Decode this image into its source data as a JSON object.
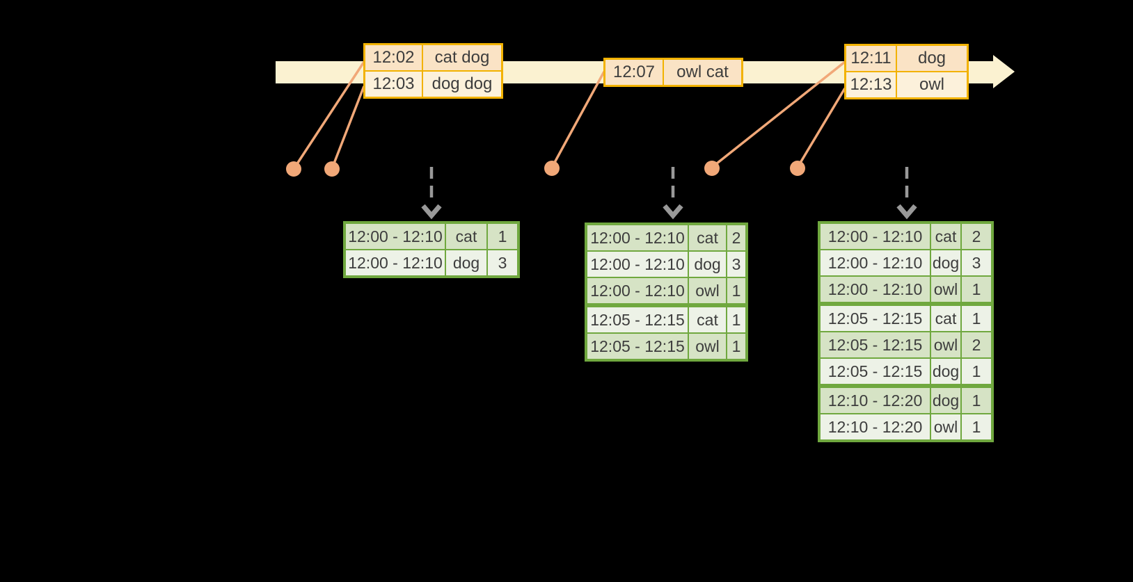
{
  "colors": {
    "background": "#000000",
    "timeline_band": "#FBF2D1",
    "event_border": "#F2B200",
    "event_row_dark": "#FAE3C5",
    "event_row_light": "#FCF1DB",
    "connector": "#F1A878",
    "result_border": "#70A83F",
    "result_row_dark": "#D6E3C5",
    "result_row_light": "#EDF2E7",
    "trigger_arrow": "#999999",
    "text": "#3D3D3D"
  },
  "timeline": {
    "event_tables": [
      {
        "rows": [
          [
            "12:02",
            "cat dog"
          ],
          [
            "12:03",
            "dog dog"
          ]
        ]
      },
      {
        "rows": [
          [
            "12:07",
            "owl cat"
          ]
        ]
      },
      {
        "rows": [
          [
            "12:11",
            "dog"
          ],
          [
            "12:13",
            "owl"
          ]
        ]
      }
    ]
  },
  "result_tables": [
    {
      "rows": [
        [
          "12:00 - 12:10",
          "cat",
          "1"
        ],
        [
          "12:00 - 12:10",
          "dog",
          "3"
        ]
      ],
      "group_starts": []
    },
    {
      "rows": [
        [
          "12:00 - 12:10",
          "cat",
          "2"
        ],
        [
          "12:00 - 12:10",
          "dog",
          "3"
        ],
        [
          "12:00 - 12:10",
          "owl",
          "1"
        ],
        [
          "12:05 - 12:15",
          "cat",
          "1"
        ],
        [
          "12:05 - 12:15",
          "owl",
          "1"
        ]
      ],
      "group_starts": [
        3
      ]
    },
    {
      "rows": [
        [
          "12:00 - 12:10",
          "cat",
          "2"
        ],
        [
          "12:00 - 12:10",
          "dog",
          "3"
        ],
        [
          "12:00 - 12:10",
          "owl",
          "1"
        ],
        [
          "12:05 - 12:15",
          "cat",
          "1"
        ],
        [
          "12:05 - 12:15",
          "owl",
          "2"
        ],
        [
          "12:05 - 12:15",
          "dog",
          "1"
        ],
        [
          "12:10 - 12:20",
          "dog",
          "1"
        ],
        [
          "12:10 - 12:20",
          "owl",
          "1"
        ]
      ],
      "group_starts": [
        3,
        6
      ]
    }
  ]
}
